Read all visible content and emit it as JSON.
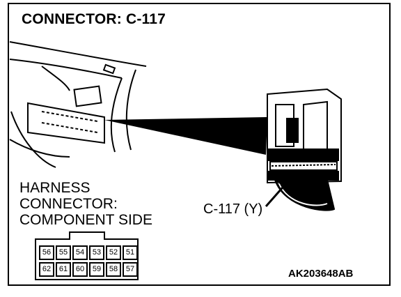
{
  "title": "CONNECTOR: C-117",
  "harness_label": [
    "HARNESS",
    "CONNECTOR:",
    "COMPONENT SIDE"
  ],
  "callout": "C-117 (Y)",
  "figure_code": "AK203648AB",
  "pins": {
    "top_row": [
      "56",
      "55",
      "54",
      "53",
      "52",
      "51"
    ],
    "bottom_row": [
      "62",
      "61",
      "60",
      "59",
      "58",
      "57"
    ]
  }
}
